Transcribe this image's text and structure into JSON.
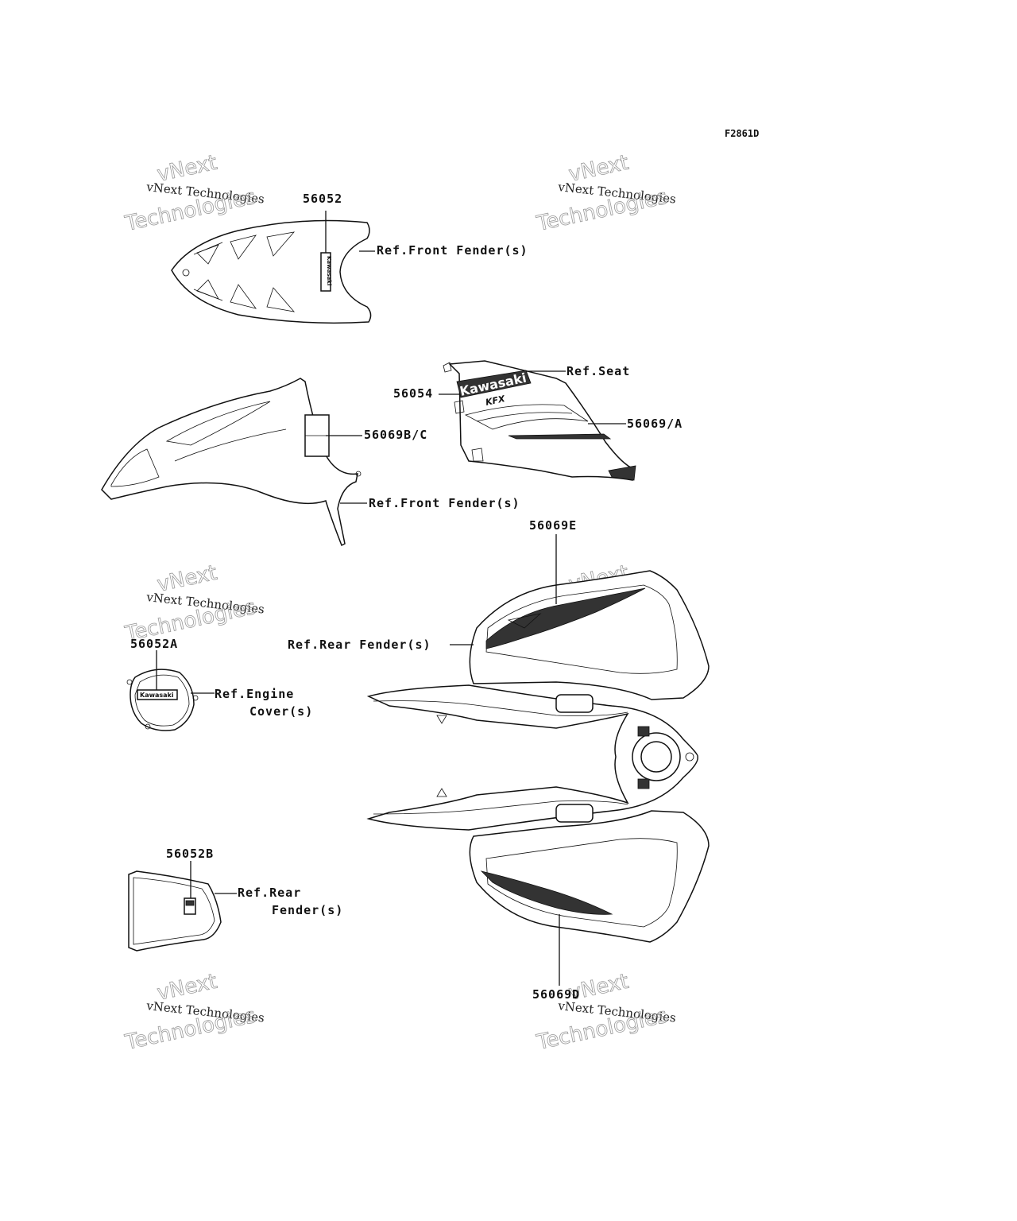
{
  "figure_code": "F2861D",
  "watermark": {
    "line1": "vNext Technologies",
    "line2": "Technologies",
    "line3": "vNext"
  },
  "logos": {
    "brand": "Kawasaki",
    "model": "KFX"
  },
  "callouts": {
    "part_56052": "56052",
    "ref_front_fender_top": "Ref.Front Fender(s)",
    "ref_seat": "Ref.Seat",
    "part_56054": "56054",
    "part_56069a": "56069/A",
    "part_56069bc": "56069B/C",
    "ref_front_fender_mid": "Ref.Front Fender(s)",
    "part_56069e": "56069E",
    "ref_rear_fender_main": "Ref.Rear Fender(s)",
    "part_56052a": "56052A",
    "ref_engine_line1": "Ref.Engine",
    "ref_engine_line2": "Cover(s)",
    "part_56052b": "56052B",
    "ref_rear_line1": "Ref.Rear",
    "ref_rear_line2": "Fender(s)",
    "part_56069d": "56069D"
  }
}
